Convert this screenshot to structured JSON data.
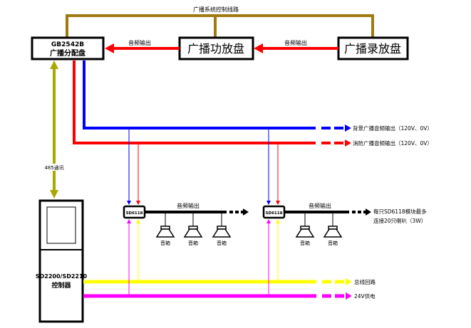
{
  "title": "广播系统连接示意图",
  "colors": {
    "control_line": "#a07a10",
    "background_audio": "#0000ff",
    "fire_audio": "#ff0000",
    "rs485": "#a8a800",
    "bus": "#ffff00",
    "power24v": "#ff00ff",
    "speaker_line": "#000000"
  },
  "control_line_label": "广播系统控制线路",
  "devices": {
    "distributor": {
      "model": "GB2542B",
      "name": "广播分配盘"
    },
    "amplifier": {
      "name": "广播功放盘"
    },
    "recorder": {
      "name": "广播录放盘"
    },
    "controller": {
      "model": "SD2200/SD2210",
      "name": "控制器"
    }
  },
  "audio_out_label_1": "音频输出",
  "audio_out_label_2": "音频输出",
  "rs485_label": "485通讯",
  "buses": {
    "background": "背景广播音频输出（120V、0V）",
    "fire": "消防广播音频输出（120V、0V）",
    "bus_loop": "总线回路",
    "power": "24V供电"
  },
  "modules": [
    {
      "model": "SD6118",
      "speaker_out_label": "音频输出",
      "speakers": [
        "音箱",
        "音箱",
        "音箱"
      ]
    },
    {
      "model": "SD6118",
      "speaker_out_label": "音频输出",
      "speakers": [
        "音箱",
        "音箱"
      ]
    }
  ],
  "module_note_line1": "每只SD6118模块最多",
  "module_note_line2": "连接20只喇叭（3W）"
}
